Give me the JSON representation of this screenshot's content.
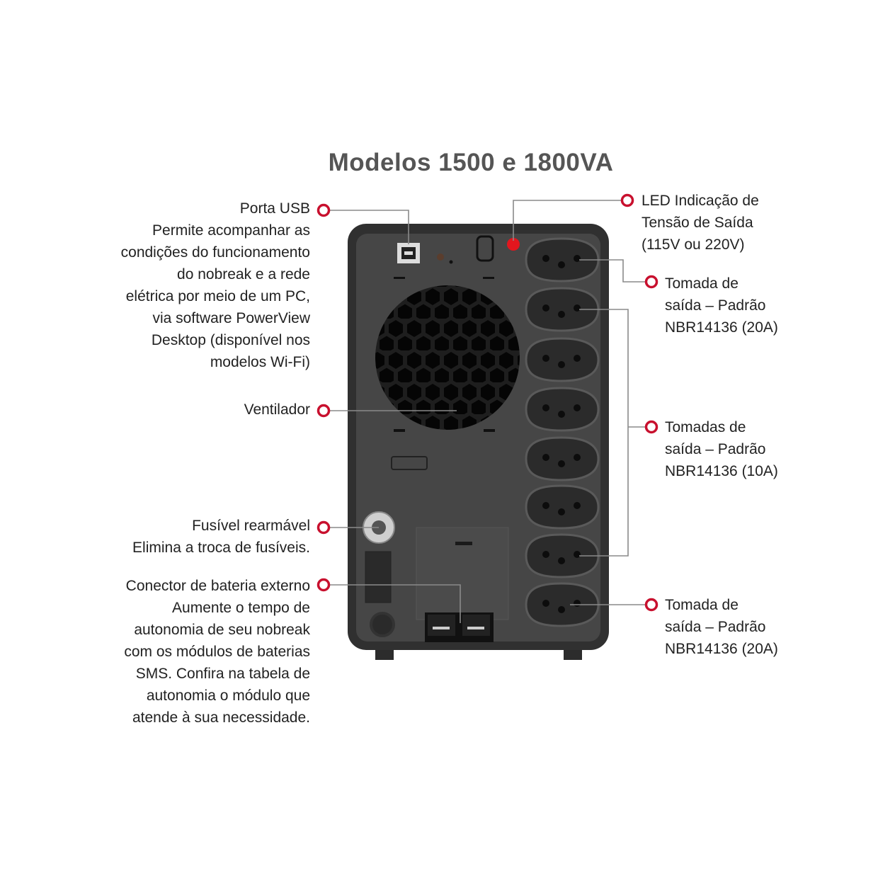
{
  "title": "Modelos 1500 e 1800VA",
  "colors": {
    "marker": "#c8102e",
    "device": "#3b3b3b",
    "leader": "#8a8a8a"
  },
  "left_callouts": {
    "usb": [
      "Porta USB",
      "Permite acompanhar as",
      "condições do funcionamento",
      "do nobreak e a rede",
      "elétrica por meio de um PC,",
      "via software PowerView",
      "Desktop (disponível nos",
      "modelos Wi-Fi)"
    ],
    "fan": [
      "Ventilador"
    ],
    "fuse": [
      "Fusível rearmável",
      "Elimina a troca de fusíveis."
    ],
    "battery": [
      "Conector de bateria externo",
      "Aumente o tempo de",
      "autonomia de seu nobreak",
      "com os módulos de baterias",
      "SMS. Confira na tabela de",
      "autonomia o módulo que",
      "atende à sua necessidade."
    ]
  },
  "right_callouts": {
    "led": [
      "LED Indicação de",
      "Tensão de Saída",
      "(115V ou 220V)"
    ],
    "outlet_top": [
      "Tomada de",
      "saída – Padrão",
      "NBR14136 (20A)"
    ],
    "outlets_mid": [
      "Tomadas de",
      "saída – Padrão",
      "NBR14136 (10A)"
    ],
    "outlet_bottom": [
      "Tomada de",
      "saída – Padrão",
      "NBR14136 (20A)"
    ]
  }
}
